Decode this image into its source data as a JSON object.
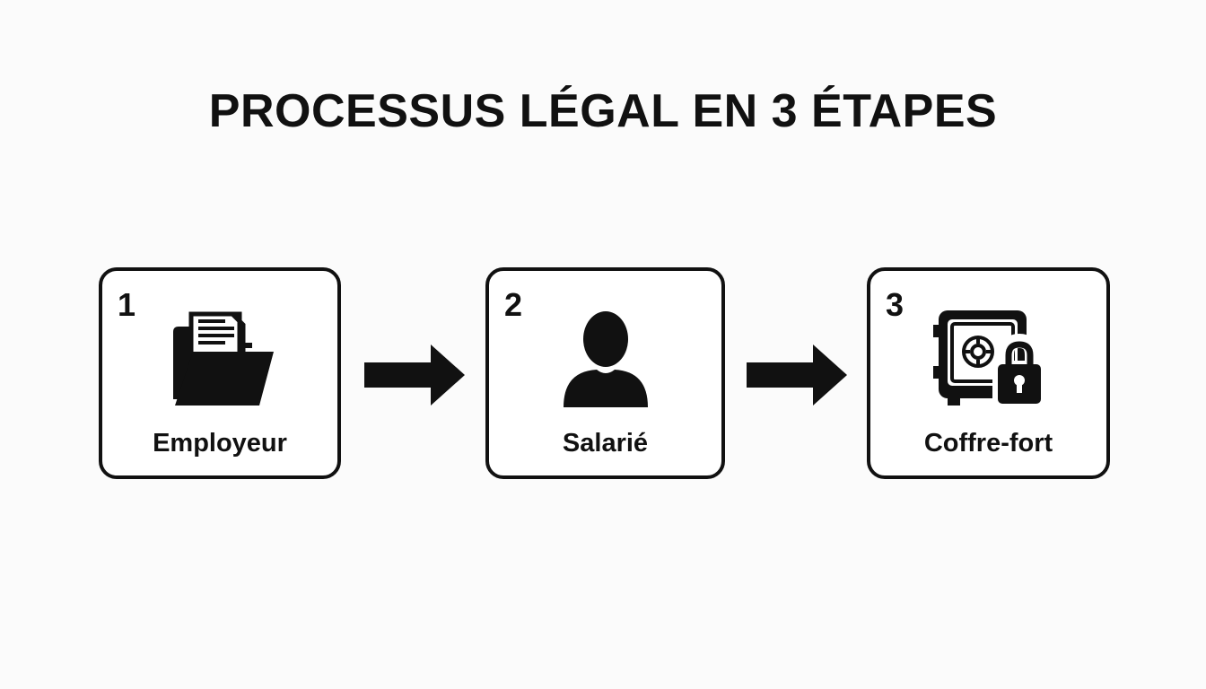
{
  "title": "PROCESSUS LÉGAL EN 3 ÉTAPES",
  "steps": [
    {
      "number": "1",
      "label": "Employeur",
      "icon": "folder-documents-icon"
    },
    {
      "number": "2",
      "label": "Salarié",
      "icon": "person-icon"
    },
    {
      "number": "3",
      "label": "Coffre-fort",
      "icon": "safe-lock-icon"
    }
  ],
  "arrows": [
    {
      "icon": "arrow-right-icon"
    },
    {
      "icon": "arrow-right-icon"
    }
  ],
  "colors": {
    "background": "#fbfbfb",
    "foreground": "#111111",
    "box_fill": "#ffffff"
  }
}
